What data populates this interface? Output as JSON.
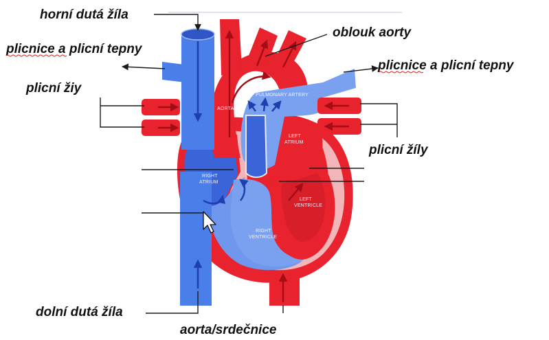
{
  "colors": {
    "vein_blue": "#4a7ee8",
    "artery_red": "#e8232d",
    "deep_red": "#c9141f",
    "inner_pink": "#f2b5b8",
    "chamber_blue": "#3a64d8",
    "text": "#111111"
  },
  "labels": {
    "superior_vena_cava": "horní dutá žíla",
    "pulmonary_left": "plicnice a plicní tepny",
    "pulmonary_right": "plicnice a plicní tepny",
    "aortic_arch": "oblouk aorty",
    "pulmonary_veins_left": "plicní žiy",
    "pulmonary_veins_right": "plicní žíly",
    "inferior_vena_cava": "dolní dutá žíla",
    "aorta_bottom": "aorta/srdečnice"
  },
  "inner_labels": {
    "aorta": "AORTA",
    "pulmonary_artery": "PULMONARY ARTERY",
    "left_atrium_1": "LEFT",
    "left_atrium_2": "ATRIUM",
    "right_atrium_1": "RIGHT",
    "right_atrium_2": "ATRIUM",
    "left_ventricle_1": "LEFT",
    "left_ventricle_2": "VENTRICLE",
    "right_ventricle_1": "RIGHT",
    "right_ventricle_2": "VENTRICLE"
  }
}
